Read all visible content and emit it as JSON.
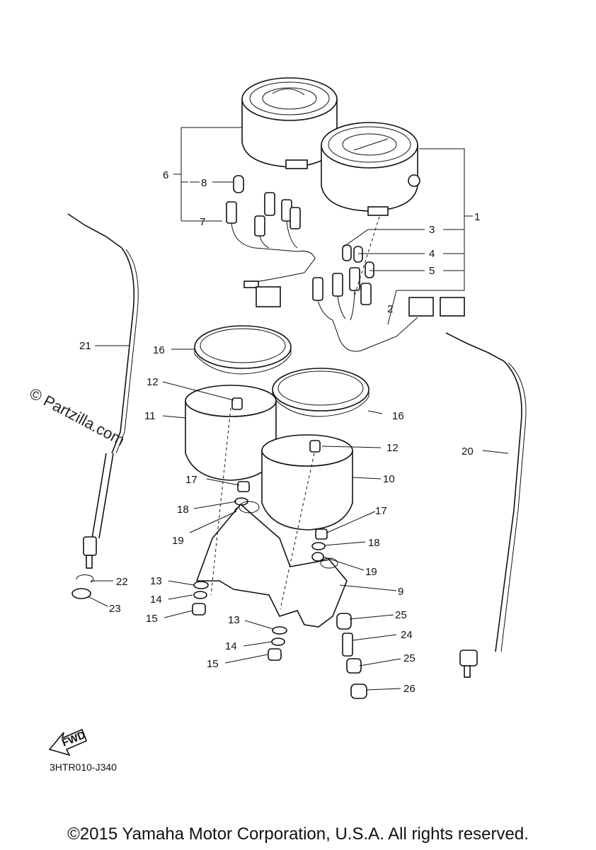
{
  "watermark": "© Partzilla.com",
  "diagram_code": "3HTR010-J340",
  "fwd_label": "FWD",
  "copyright": "©2015 Yamaha Motor Corporation, U.S.A. All rights reserved.",
  "callouts": {
    "c1": "1",
    "c2": "2",
    "c3": "3",
    "c4": "4",
    "c5": "5",
    "c6": "6",
    "c7": "7",
    "c8": "8",
    "c9": "9",
    "c10": "10",
    "c11": "11",
    "c12a": "12",
    "c12b": "12",
    "c13a": "13",
    "c13b": "13",
    "c14a": "14",
    "c14b": "14",
    "c15a": "15",
    "c15b": "15",
    "c16a": "16",
    "c16b": "16",
    "c17a": "17",
    "c17b": "17",
    "c18a": "18",
    "c18b": "18",
    "c19a": "19",
    "c19b": "19",
    "c20": "20",
    "c21": "21",
    "c22": "22",
    "c23": "23",
    "c24": "24",
    "c25a": "25",
    "c25b": "25",
    "c26": "26"
  }
}
